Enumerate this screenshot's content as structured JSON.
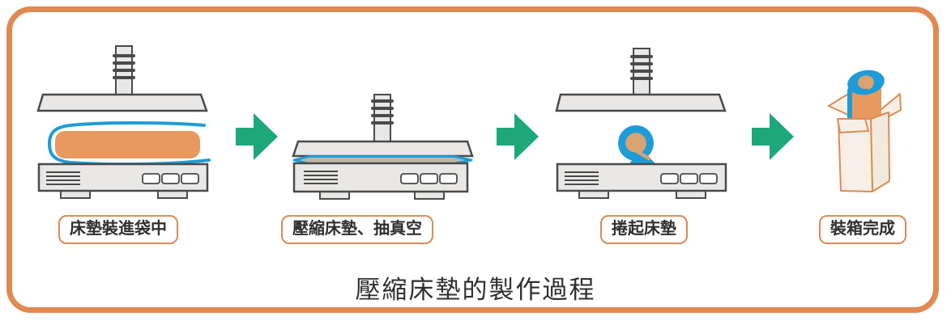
{
  "title": "壓縮床墊的製作過程",
  "steps": [
    {
      "label": "床墊裝進袋中",
      "icon": "press-open-with-mattress-in-bag"
    },
    {
      "label": "壓縮床墊、抽真空",
      "icon": "press-compressing-vacuum"
    },
    {
      "label": "捲起床墊",
      "icon": "rolled-mattress-under-press"
    },
    {
      "label": "裝箱完成",
      "icon": "rolled-mattress-in-box"
    }
  ],
  "arrow_icon": "arrow-right",
  "colors": {
    "frame_orange": "#E08A52",
    "label_border": "#DB8B57",
    "arrow_green": "#1EA879",
    "machine_gray": "#E9E8E6",
    "machine_outline": "#4A4A4A",
    "mattress_orange": "#E8995F",
    "bag_blue": "#1E9CD7",
    "roll_tan": "#D9A271",
    "compressed_fill": "#BEB8A6",
    "box_cream": "#F8F0E7",
    "box_cream_dark": "#F3EADF",
    "box_outline": "#DF8A52",
    "text": "#2F2F2F"
  }
}
